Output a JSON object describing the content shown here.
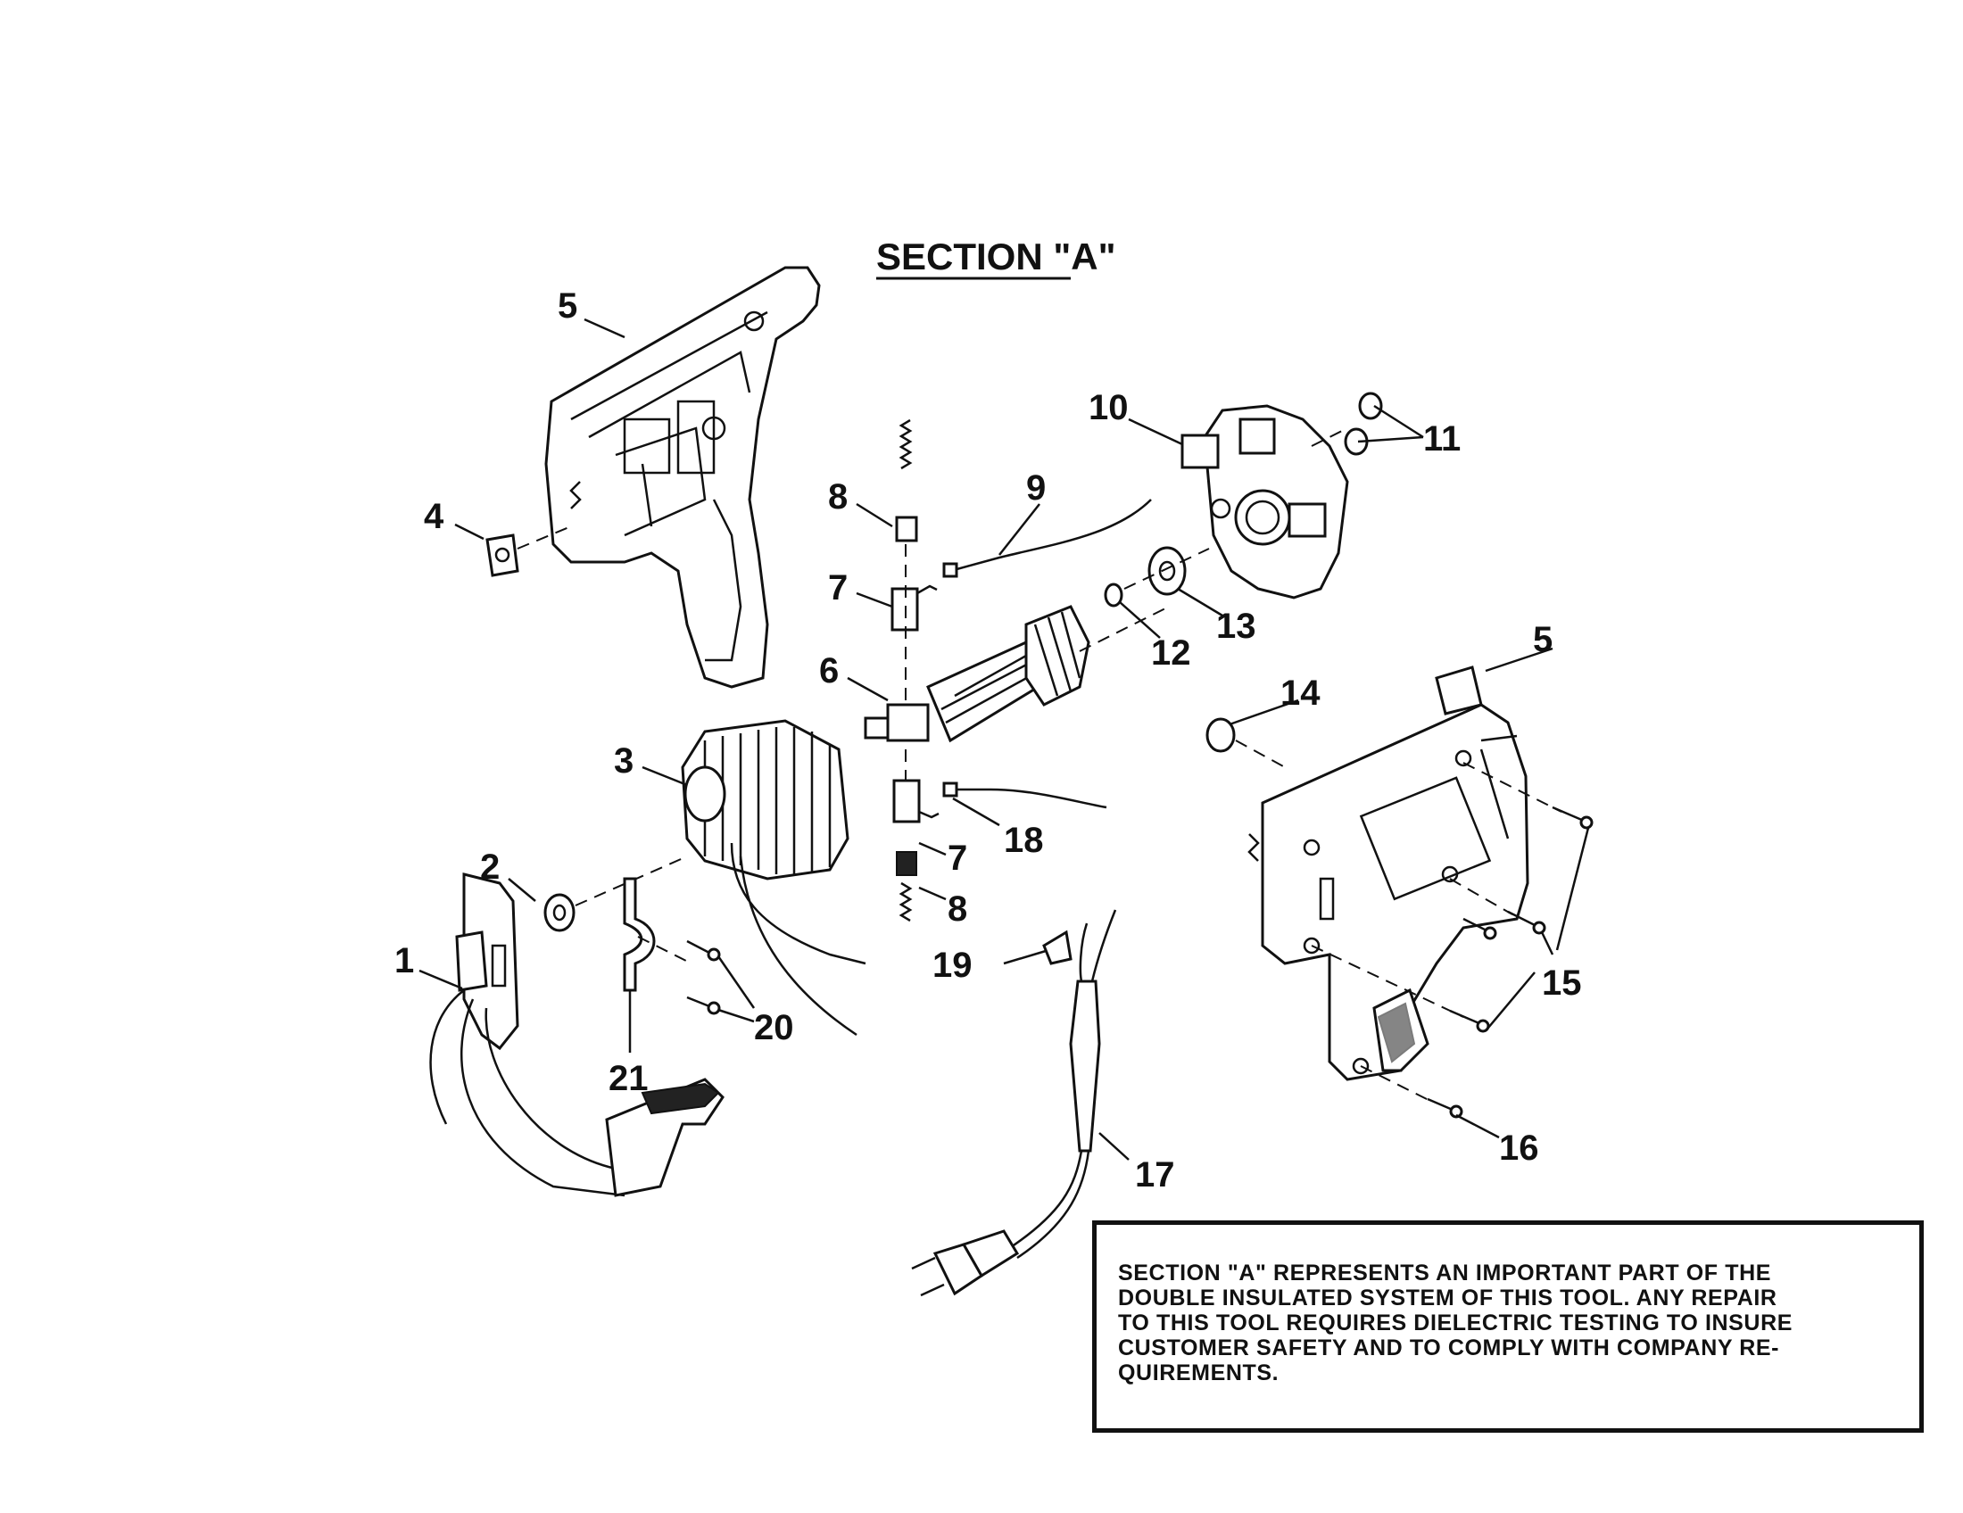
{
  "section_title": "SECTION \"A\"",
  "note": "SECTION \"A\" REPRESENTS AN IMPORTANT PART OF THE\nDOUBLE INSULATED SYSTEM OF THIS TOOL. ANY REPAIR\nTO THIS TOOL REQUIRES DIELECTRIC TESTING TO INSURE\nCUSTOMER SAFETY AND TO COMPLY WITH COMPANY RE-\nQUIREMENTS.",
  "callouts": {
    "c1": "1",
    "c2": "2",
    "c3": "3",
    "c4": "4",
    "c5a": "5",
    "c5b": "5",
    "c6": "6",
    "c7a": "7",
    "c7b": "7",
    "c8a": "8",
    "c8b": "8",
    "c9": "9",
    "c10": "10",
    "c11": "11",
    "c12": "12",
    "c13": "13",
    "c14": "14",
    "c15": "15",
    "c16": "16",
    "c17": "17",
    "c18": "18",
    "c19": "19",
    "c20": "20",
    "c21": "21"
  }
}
